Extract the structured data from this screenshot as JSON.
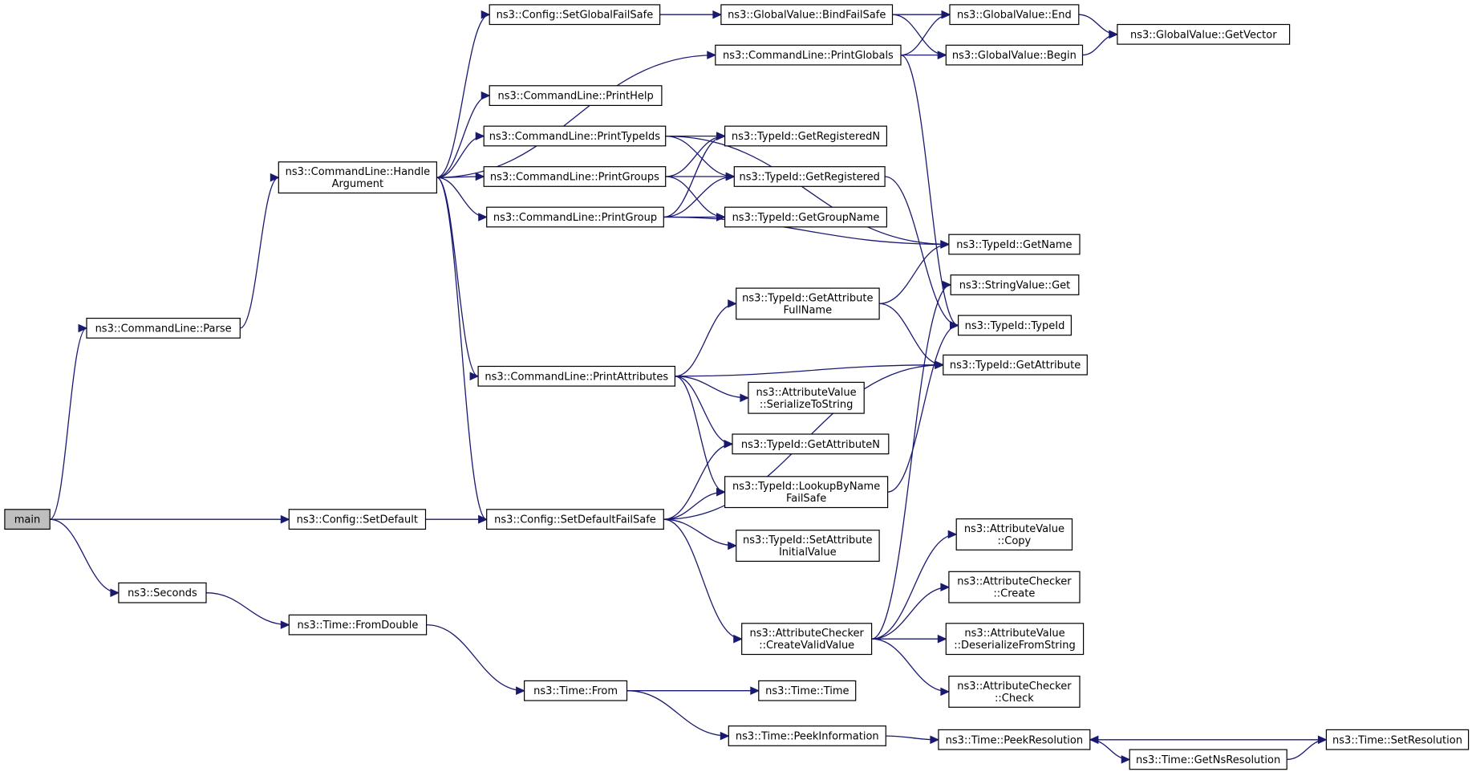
{
  "graph": {
    "title": "",
    "colors": {
      "edge": "#191970",
      "root_fill": "#bfbfbf",
      "node_fill": "#ffffff",
      "border": "#000000"
    },
    "nodes": [
      {
        "id": "main",
        "label": [
          "main"
        ],
        "root": true
      },
      {
        "id": "parse",
        "label": [
          "ns3::CommandLine::Parse"
        ]
      },
      {
        "id": "handle",
        "label": [
          "ns3::CommandLine::Handle",
          "Argument"
        ]
      },
      {
        "id": "setglobalfs",
        "label": [
          "ns3::Config::SetGlobalFailSafe"
        ]
      },
      {
        "id": "printglobals",
        "label": [
          "ns3::CommandLine::PrintGlobals"
        ]
      },
      {
        "id": "printhelp",
        "label": [
          "ns3::CommandLine::PrintHelp"
        ]
      },
      {
        "id": "printtypeids",
        "label": [
          "ns3::CommandLine::PrintTypeIds"
        ]
      },
      {
        "id": "printgroups",
        "label": [
          "ns3::CommandLine::PrintGroups"
        ]
      },
      {
        "id": "printgroup",
        "label": [
          "ns3::CommandLine::PrintGroup"
        ]
      },
      {
        "id": "printattrs",
        "label": [
          "ns3::CommandLine::PrintAttributes"
        ]
      },
      {
        "id": "bindfs",
        "label": [
          "ns3::GlobalValue::BindFailSafe"
        ]
      },
      {
        "id": "gvend",
        "label": [
          "ns3::GlobalValue::End"
        ]
      },
      {
        "id": "gvbegin",
        "label": [
          "ns3::GlobalValue::Begin"
        ]
      },
      {
        "id": "gvgetvector",
        "label": [
          "ns3::GlobalValue::GetVector"
        ]
      },
      {
        "id": "getregn",
        "label": [
          "ns3::TypeId::GetRegisteredN"
        ]
      },
      {
        "id": "getreg",
        "label": [
          "ns3::TypeId::GetRegistered"
        ]
      },
      {
        "id": "getgroup",
        "label": [
          "ns3::TypeId::GetGroupName"
        ]
      },
      {
        "id": "getname",
        "label": [
          "ns3::TypeId::GetName"
        ]
      },
      {
        "id": "strget",
        "label": [
          "ns3::StringValue::Get"
        ]
      },
      {
        "id": "typeid",
        "label": [
          "ns3::TypeId::TypeId"
        ]
      },
      {
        "id": "getattr",
        "label": [
          "ns3::TypeId::GetAttribute"
        ]
      },
      {
        "id": "getattrfull",
        "label": [
          "ns3::TypeId::GetAttribute",
          "FullName"
        ]
      },
      {
        "id": "serialize",
        "label": [
          "ns3::AttributeValue",
          "::SerializeToString"
        ]
      },
      {
        "id": "getattrn",
        "label": [
          "ns3::TypeId::GetAttributeN"
        ]
      },
      {
        "id": "lookup",
        "label": [
          "ns3::TypeId::LookupByName",
          "FailSafe"
        ]
      },
      {
        "id": "setdefault",
        "label": [
          "ns3::Config::SetDefault"
        ]
      },
      {
        "id": "setdefaultfs",
        "label": [
          "ns3::Config::SetDefaultFailSafe"
        ]
      },
      {
        "id": "setattrinit",
        "label": [
          "ns3::TypeId::SetAttribute",
          "InitialValue"
        ]
      },
      {
        "id": "checkercreate",
        "label": [
          "ns3::AttributeChecker",
          "::CreateValidValue"
        ]
      },
      {
        "id": "avcopy",
        "label": [
          "ns3::AttributeValue",
          "::Copy"
        ]
      },
      {
        "id": "accreate",
        "label": [
          "ns3::AttributeChecker",
          "::Create"
        ]
      },
      {
        "id": "avdeser",
        "label": [
          "ns3::AttributeValue",
          "::DeserializeFromString"
        ]
      },
      {
        "id": "accheck",
        "label": [
          "ns3::AttributeChecker",
          "::Check"
        ]
      },
      {
        "id": "seconds",
        "label": [
          "ns3::Seconds"
        ]
      },
      {
        "id": "fromdouble",
        "label": [
          "ns3::Time::FromDouble"
        ]
      },
      {
        "id": "timefrom",
        "label": [
          "ns3::Time::From"
        ]
      },
      {
        "id": "timetime",
        "label": [
          "ns3::Time::Time"
        ]
      },
      {
        "id": "peekinfo",
        "label": [
          "ns3::Time::PeekInformation"
        ]
      },
      {
        "id": "peekres",
        "label": [
          "ns3::Time::PeekResolution"
        ]
      },
      {
        "id": "getnsres",
        "label": [
          "ns3::Time::GetNsResolution"
        ]
      },
      {
        "id": "setres",
        "label": [
          "ns3::Time::SetResolution"
        ]
      }
    ],
    "edges": [
      [
        "main",
        "parse"
      ],
      [
        "main",
        "setdefault"
      ],
      [
        "main",
        "seconds"
      ],
      [
        "parse",
        "handle"
      ],
      [
        "handle",
        "setglobalfs"
      ],
      [
        "handle",
        "printglobals"
      ],
      [
        "handle",
        "printhelp"
      ],
      [
        "handle",
        "printtypeids"
      ],
      [
        "handle",
        "printgroups"
      ],
      [
        "handle",
        "printgroup"
      ],
      [
        "handle",
        "printattrs"
      ],
      [
        "handle",
        "setdefaultfs"
      ],
      [
        "setglobalfs",
        "bindfs"
      ],
      [
        "bindfs",
        "gvend"
      ],
      [
        "bindfs",
        "gvbegin"
      ],
      [
        "printglobals",
        "gvend"
      ],
      [
        "printglobals",
        "gvbegin"
      ],
      [
        "printglobals",
        "typeid"
      ],
      [
        "gvend",
        "gvgetvector"
      ],
      [
        "gvbegin",
        "gvgetvector"
      ],
      [
        "printtypeids",
        "getregn"
      ],
      [
        "printtypeids",
        "getreg"
      ],
      [
        "printtypeids",
        "getname"
      ],
      [
        "printgroups",
        "getregn"
      ],
      [
        "printgroups",
        "getreg"
      ],
      [
        "printgroups",
        "getgroup"
      ],
      [
        "printgroup",
        "getregn"
      ],
      [
        "printgroup",
        "getreg"
      ],
      [
        "printgroup",
        "getgroup"
      ],
      [
        "printgroup",
        "getname"
      ],
      [
        "getreg",
        "typeid"
      ],
      [
        "printattrs",
        "getattrfull"
      ],
      [
        "printattrs",
        "getattr"
      ],
      [
        "printattrs",
        "serialize"
      ],
      [
        "printattrs",
        "getattrn"
      ],
      [
        "printattrs",
        "lookup"
      ],
      [
        "getattrfull",
        "getname"
      ],
      [
        "getattrfull",
        "getattr"
      ],
      [
        "lookup",
        "typeid"
      ],
      [
        "setdefault",
        "setdefaultfs"
      ],
      [
        "setdefaultfs",
        "getattrn"
      ],
      [
        "setdefaultfs",
        "lookup"
      ],
      [
        "setdefaultfs",
        "setattrinit"
      ],
      [
        "setdefaultfs",
        "getattr"
      ],
      [
        "setdefaultfs",
        "checkercreate"
      ],
      [
        "checkercreate",
        "strget"
      ],
      [
        "checkercreate",
        "avcopy"
      ],
      [
        "checkercreate",
        "accreate"
      ],
      [
        "checkercreate",
        "avdeser"
      ],
      [
        "checkercreate",
        "accheck"
      ],
      [
        "seconds",
        "fromdouble"
      ],
      [
        "fromdouble",
        "timefrom"
      ],
      [
        "timefrom",
        "timetime"
      ],
      [
        "timefrom",
        "peekinfo"
      ],
      [
        "peekinfo",
        "peekres"
      ],
      [
        "peekres",
        "getnsres"
      ],
      [
        "getnsres",
        "setres"
      ],
      [
        "setres",
        "peekres"
      ]
    ]
  }
}
